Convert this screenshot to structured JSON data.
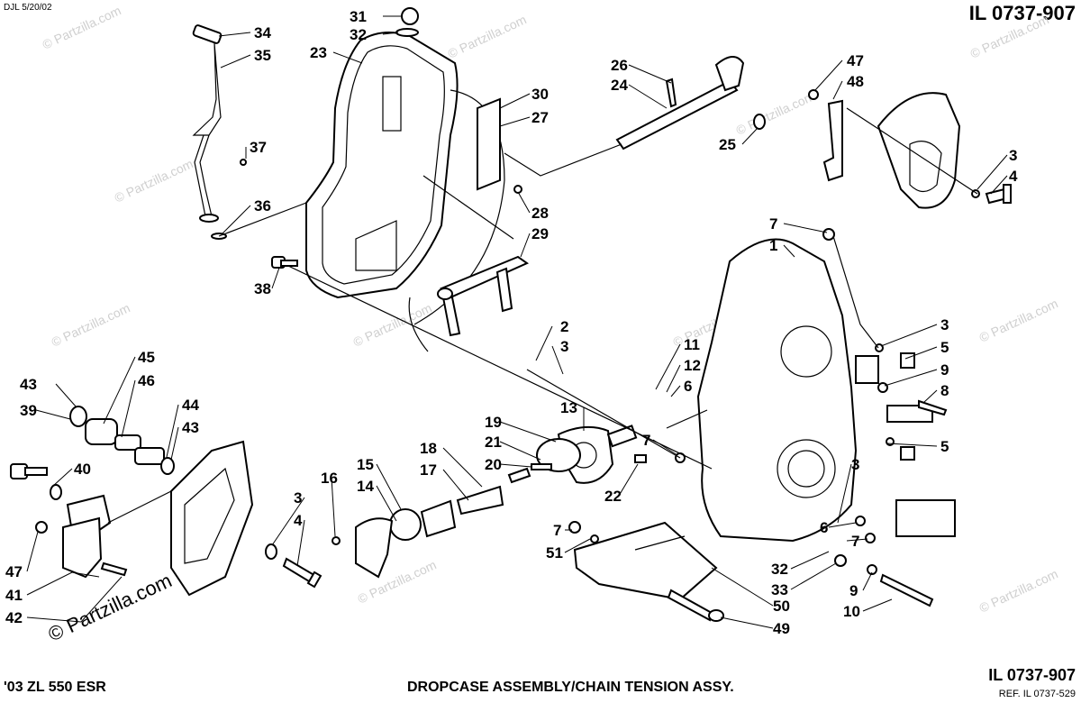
{
  "header": {
    "drawing_code": "DJL 5/20/02",
    "illustration_id": "IL 0737-907"
  },
  "footer": {
    "model": "'03 ZL 550 ESR",
    "title": "DROPCASE ASSEMBLY/CHAIN TENSION ASSY.",
    "illustration_id": "IL 0737-907",
    "reference": "REF. IL 0737-529"
  },
  "watermark": {
    "text": "© Partzilla.com"
  },
  "callouts": [
    {
      "id": "c34",
      "label": "34"
    },
    {
      "id": "c35",
      "label": "35"
    },
    {
      "id": "c37",
      "label": "37"
    },
    {
      "id": "c36",
      "label": "36"
    },
    {
      "id": "c31",
      "label": "31"
    },
    {
      "id": "c32a",
      "label": "32"
    },
    {
      "id": "c23",
      "label": "23"
    },
    {
      "id": "c30",
      "label": "30"
    },
    {
      "id": "c27",
      "label": "27"
    },
    {
      "id": "c28",
      "label": "28"
    },
    {
      "id": "c29",
      "label": "29"
    },
    {
      "id": "c26",
      "label": "26"
    },
    {
      "id": "c24",
      "label": "24"
    },
    {
      "id": "c25",
      "label": "25"
    },
    {
      "id": "c47a",
      "label": "47"
    },
    {
      "id": "c48",
      "label": "48"
    },
    {
      "id": "c3a",
      "label": "3"
    },
    {
      "id": "c4a",
      "label": "4"
    },
    {
      "id": "c38",
      "label": "38"
    },
    {
      "id": "c7a",
      "label": "7"
    },
    {
      "id": "c1",
      "label": "1"
    },
    {
      "id": "c3b",
      "label": "3"
    },
    {
      "id": "c5a",
      "label": "5"
    },
    {
      "id": "c9a",
      "label": "9"
    },
    {
      "id": "c8",
      "label": "8"
    },
    {
      "id": "c2",
      "label": "2"
    },
    {
      "id": "c3c",
      "label": "3"
    },
    {
      "id": "c11",
      "label": "11"
    },
    {
      "id": "c12",
      "label": "12"
    },
    {
      "id": "c6a",
      "label": "6"
    },
    {
      "id": "c45",
      "label": "45"
    },
    {
      "id": "c46",
      "label": "46"
    },
    {
      "id": "c43a",
      "label": "43"
    },
    {
      "id": "c39",
      "label": "39"
    },
    {
      "id": "c44",
      "label": "44"
    },
    {
      "id": "c43b",
      "label": "43"
    },
    {
      "id": "c13",
      "label": "13"
    },
    {
      "id": "c19",
      "label": "19"
    },
    {
      "id": "c21",
      "label": "21"
    },
    {
      "id": "c20",
      "label": "20"
    },
    {
      "id": "c18",
      "label": "18"
    },
    {
      "id": "c17",
      "label": "17"
    },
    {
      "id": "c7b",
      "label": "7"
    },
    {
      "id": "c5b",
      "label": "5"
    },
    {
      "id": "c3d",
      "label": "3"
    },
    {
      "id": "c22",
      "label": "22"
    },
    {
      "id": "c40",
      "label": "40"
    },
    {
      "id": "c16",
      "label": "16"
    },
    {
      "id": "c15",
      "label": "15"
    },
    {
      "id": "c14",
      "label": "14"
    },
    {
      "id": "c3e",
      "label": "3"
    },
    {
      "id": "c4b",
      "label": "4"
    },
    {
      "id": "c6b",
      "label": "6"
    },
    {
      "id": "c7c",
      "label": "7"
    },
    {
      "id": "c7d",
      "label": "7"
    },
    {
      "id": "c51",
      "label": "51"
    },
    {
      "id": "c32b",
      "label": "32"
    },
    {
      "id": "c33",
      "label": "33"
    },
    {
      "id": "c9b",
      "label": "9"
    },
    {
      "id": "c10",
      "label": "10"
    },
    {
      "id": "c50",
      "label": "50"
    },
    {
      "id": "c49",
      "label": "49"
    },
    {
      "id": "c47b",
      "label": "47"
    },
    {
      "id": "c41",
      "label": "41"
    },
    {
      "id": "c42",
      "label": "42"
    }
  ]
}
